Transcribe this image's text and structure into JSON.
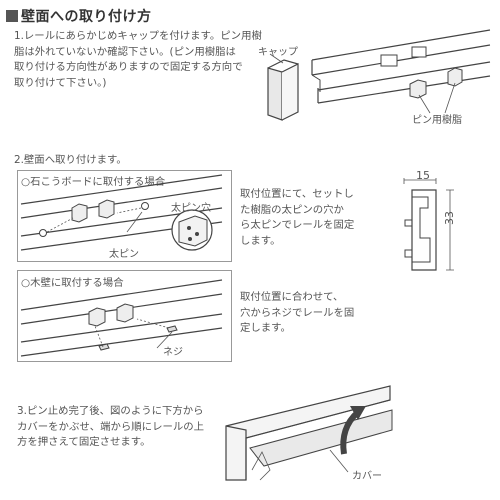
{
  "page": {
    "title": "壁面への取り付け方"
  },
  "step1": {
    "lines": [
      "1.レールにあらかじめキャップを付けます。ピン用樹",
      "脂は外れていないか確認下さい。(ピン用樹脂は",
      "取り付ける方向性がありますので固定する方向で",
      "取り付けて下さい。)"
    ],
    "labels": {
      "cap": "キャップ",
      "pin_resin": "ピン用樹脂"
    }
  },
  "step2": {
    "heading": "2.壁面へ取り付けます。",
    "case_a": {
      "title": "石こうボードに取付する場合",
      "lines": [
        "取付位置にて、セットし",
        "た樹脂の太ピンの穴か",
        "ら太ピンでレールを固定",
        "します。"
      ],
      "labels": {
        "pin_hole": "太ピン穴",
        "pin": "太ピン"
      }
    },
    "case_b": {
      "title": "木壁に取付する場合",
      "lines": [
        "取付位置に合わせて、",
        "穴からネジでレールを固",
        "定します。"
      ],
      "labels": {
        "screw": "ネジ"
      }
    },
    "dimensions": {
      "width": "15",
      "height": "33"
    }
  },
  "step3": {
    "lines": [
      "3.ピン止め完了後、図のように下方から",
      "カバーをかぶせ、端から順にレールの上",
      "方を押さえて固定させます。"
    ],
    "labels": {
      "cover": "カバー"
    }
  }
}
